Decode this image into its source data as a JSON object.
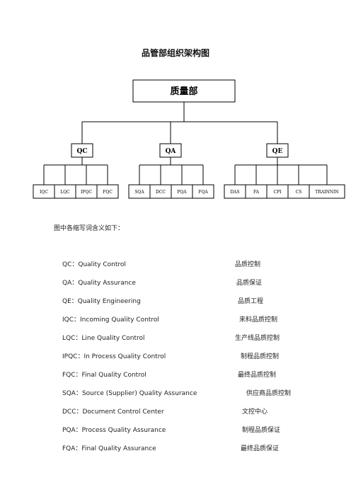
{
  "title": "品管部组织架构图",
  "org": {
    "root": "质量部",
    "groups": [
      {
        "label": "QC",
        "children": [
          "IQC",
          "LQC",
          "IPQC",
          "FQC"
        ]
      },
      {
        "label": "QA",
        "children": [
          "SQA",
          "DCC",
          "PQA",
          "FQA"
        ]
      },
      {
        "label": "QE",
        "children": [
          "DAS",
          "FA",
          "CPI",
          "CS",
          "TRAINNIN"
        ]
      }
    ]
  },
  "intro": "图中各缩写词含义如下：",
  "glossary": [
    {
      "term": "QC：Quality Control",
      "cn": "品质控制"
    },
    {
      "term": "QA：Quality Assurance",
      "cn": "品质保证"
    },
    {
      "term": "QE：Quality Engineering",
      "cn": "品质工程"
    },
    {
      "term": "IQC：Incoming   Quality Control",
      "cn": "来料品质控制"
    },
    {
      "term": "LQC：Line Quality Control",
      "cn": "生产线品质控制"
    },
    {
      "term": "IPQC：In Process Quality Control",
      "cn": "制程品质控制"
    },
    {
      "term": "FQC：Final Quality Control",
      "cn": "最终品质控制"
    },
    {
      "term": "SQA：Source (Supplier) Quality Assurance",
      "cn": "供应商品质控制"
    },
    {
      "term": "DCC：Document Control Center",
      "cn": "文控中心"
    },
    {
      "term": "PQA：Process Quality Assurance",
      "cn": "制程品质保证"
    },
    {
      "term": "FQA：Final Quality Assurance",
      "cn": "最终品质保证"
    }
  ]
}
